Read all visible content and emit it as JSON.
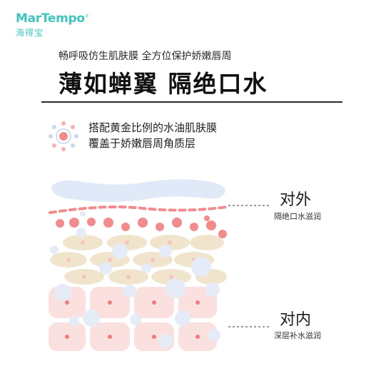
{
  "brand": {
    "name_en": "MarTempo",
    "trademark": "®",
    "name_cn": "海得宝"
  },
  "header": {
    "subtitle": "畅呼吸仿生肌肤膜 全方位保护娇嫩唇周",
    "title": "薄如蝉翼 隔绝口水"
  },
  "feature": {
    "icon": "dots-cluster-icon",
    "line1": "搭配黄金比例的水油肌肤膜",
    "line2": "覆盖于娇嫩唇周角质层"
  },
  "labels": {
    "outer_main": "对外",
    "outer_sub": "隔绝口水滋润",
    "inner_main": "对内",
    "inner_sub": "深层补水滋润"
  },
  "colors": {
    "brand": "#3fc5be",
    "film": "#dfe9f7",
    "red_dots": "#f28b8b",
    "cells_tan": "#f0e4cc",
    "cells_pink": "#fbe0e0",
    "bubbles": "#e6ecf7"
  }
}
